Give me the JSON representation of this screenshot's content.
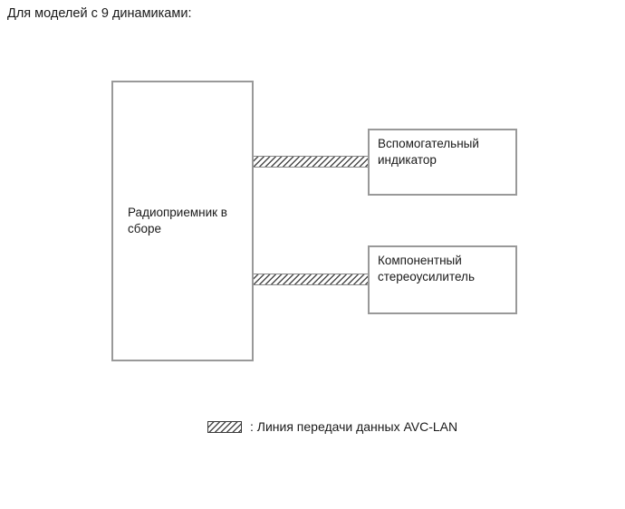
{
  "title": "Для моделей с 9 динамиками:",
  "diagram": {
    "main_box": {
      "label": "Радиоприемник в сборе"
    },
    "aux_box": {
      "label": "Вспомогательный индикатор"
    },
    "amp_box": {
      "label": "Компонентный стереоусилитель"
    },
    "legend": {
      "swatch": "avc-lan-hatch-pattern",
      "label": ": Линия передачи данных AVC-LAN"
    }
  },
  "colors": {
    "background": "#ffffff",
    "text": "#1a1a1a",
    "box-border": "#999999",
    "connector-border": "#888888",
    "hatch": "#4a4a4a",
    "swatch-border": "#3a3a3a"
  }
}
